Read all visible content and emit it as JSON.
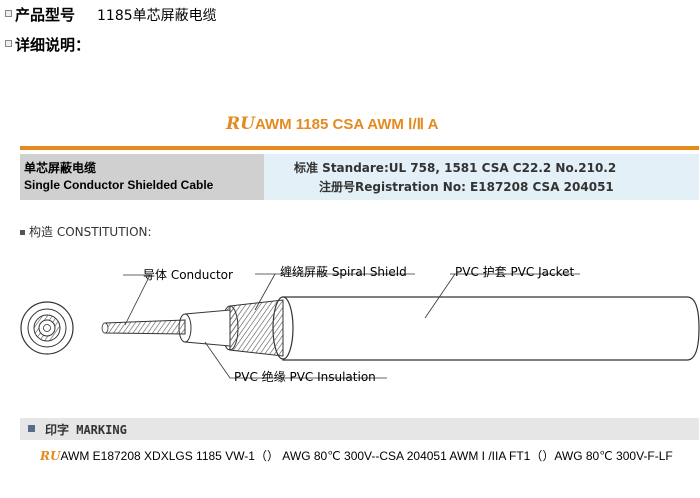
{
  "header": {
    "model_label": "产品型号",
    "model_value": "1185单芯屏蔽电缆",
    "detail_label": "详细说明："
  },
  "title": {
    "logo": "RU",
    "text": "AWM 1185 CSA AWM Ⅰ/Ⅱ A"
  },
  "info": {
    "name_cn": "单芯屏蔽电缆",
    "name_en": "Single Conductor Shielded Cable",
    "standard": "标准  Standare:UL 758, 1581 CSA C22.2 No.210.2",
    "registration": "注册号Registration No: E187208 CSA 204051"
  },
  "constitution": {
    "label": "构造  CONSTITUTION:",
    "conductor": "导体 Conductor",
    "spiral_shield": "缠绕屏蔽 Spiral Shield",
    "jacket": "PVC 护套 PVC Jacket",
    "insulation": "PVC 绝缘 PVC Insulation"
  },
  "marking": {
    "label": "印字  MARKING",
    "logo": "RU",
    "text": "AWM E187208 XDXLGS 1185 VW-1（）  AWG 80℃ 300V--CSA 204051 AWM I /IIA FT1（）AWG 80℃ 300V-F-LF"
  },
  "colors": {
    "accent": "#e58a1f",
    "info_left_bg": "#d0d0d0",
    "info_right_bg": "#e3f0f8",
    "marking_bar_bg": "#e6e6e6"
  }
}
